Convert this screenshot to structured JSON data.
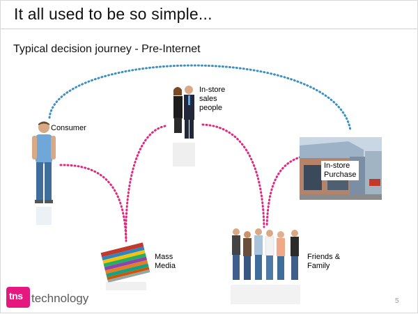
{
  "slide": {
    "title": "It all used to be so simple...",
    "subtitle": "Typical decision journey - Pre-Internet",
    "page_number": "5"
  },
  "nodes": {
    "consumer": "Consumer",
    "sales": "In-store\nsales\npeople",
    "purchase": "In-store\nPurchase",
    "media": "Mass\nMedia",
    "friends": "Friends &\nFamily"
  },
  "logo": {
    "brand": "tns",
    "name": "technology",
    "brand_color": "#e4187e"
  },
  "colors": {
    "arc_blue": "#3a8fc4",
    "arc_pink": "#e0287c"
  },
  "icons": [
    "consumer-person-icon",
    "sales-people-icon",
    "store-building-icon",
    "magazines-icon",
    "friends-group-icon"
  ]
}
